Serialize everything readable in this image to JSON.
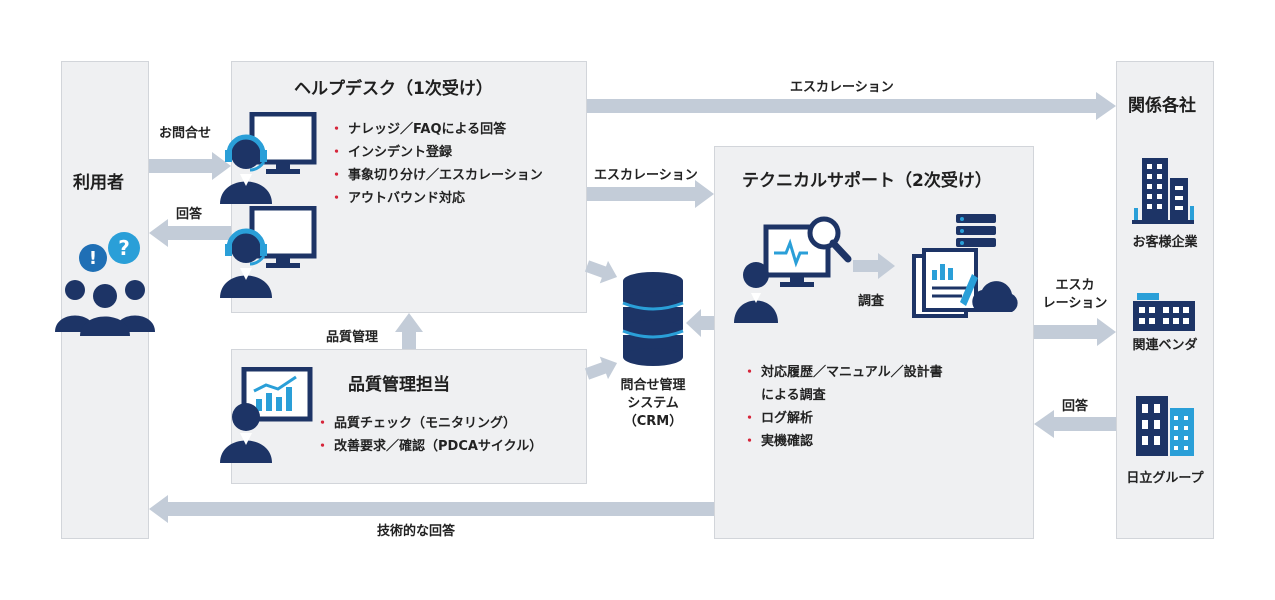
{
  "users": {
    "title": "利用者"
  },
  "helpdesk": {
    "title": "ヘルプデスク（1次受け）",
    "items": [
      "ナレッジ／FAQによる回答",
      "インシデント登録",
      "事象切り分け／エスカレーション",
      "アウトバウンド対応"
    ]
  },
  "quality": {
    "title": "品質管理担当",
    "items": [
      "品質チェック（モニタリング）",
      "改善要求／確認（PDCAサイクル）"
    ]
  },
  "tech": {
    "title": "テクニカルサポート（2次受け）",
    "investigate": "調査",
    "items": [
      "対応履歴／マニュアル／設計書",
      "による調査",
      "ログ解析",
      "実機確認"
    ]
  },
  "crm": {
    "line1": "問合せ管理",
    "line2": "システム",
    "line3": "（CRM）"
  },
  "companies": {
    "title": "関係各社",
    "items": [
      "お客様企業",
      "関連ベンダ",
      "日立グループ"
    ]
  },
  "arrows": {
    "inquiry": "お問合せ",
    "answer_left": "回答",
    "escalation_top": "エスカレーション",
    "escalation_mid": "エスカレーション",
    "escalation_right_1": "エスカ",
    "escalation_right_2": "レーション",
    "answer_right": "回答",
    "quality_mgmt": "品質管理",
    "tech_answer": "技術的な回答"
  },
  "colors": {
    "navy": "#1d3466",
    "blue": "#1f6fb5",
    "cyan": "#2a9fd8",
    "arrow": "#c3ccd8",
    "box": "#eff0f2",
    "accent": "#d6263b"
  }
}
